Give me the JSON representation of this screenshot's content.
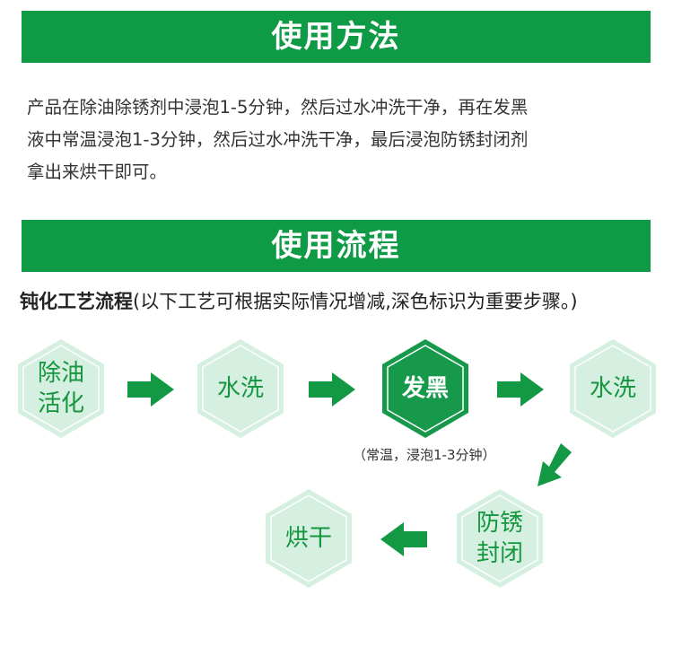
{
  "sections": [
    {
      "title": "使用方法"
    },
    {
      "title": "使用流程"
    }
  ],
  "method_lines": [
    "产品在除油除锈剂中浸泡1-5分钟，然后过水冲洗干净，再在发黑",
    "液中常温浸泡1-3分钟，然后过水冲洗干净，最后浸泡防锈封闭剂",
    "拿出来烘干即可。"
  ],
  "flow": {
    "subtitle": "钝化工艺流程",
    "subtitle_note": "(以下工艺可根据实际情况增减,深色标识为重要步骤。)",
    "steps": [
      {
        "line1": "除油",
        "line2": "活化",
        "important": false
      },
      {
        "line1": "水洗",
        "line2": "",
        "important": false
      },
      {
        "line1": "发黑",
        "line2": "",
        "important": true
      },
      {
        "line1": "水洗",
        "line2": "",
        "important": false
      },
      {
        "line1": "防锈",
        "line2": "封闭",
        "important": false
      },
      {
        "line1": "烘干",
        "line2": "",
        "important": false
      }
    ],
    "step3_note": "（常温，浸泡1-3分钟）"
  },
  "colors": {
    "green": "#0f9a45",
    "light": "#d5efe0",
    "text_green": "#15963f"
  }
}
